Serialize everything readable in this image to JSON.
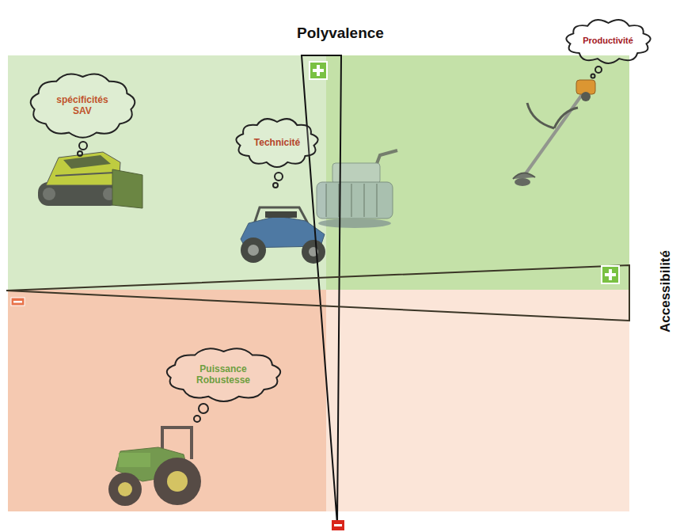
{
  "diagram": {
    "nodes": [
      {
        "text": [
          "spécificités SAV"
        ]
      },
      {
        "text": [
          "Technicité"
        ]
      },
      {
        "text": [
          "Productivité"
        ]
      },
      {
        "text": [
          "Puissance Robustesse"
        ]
      }
    ],
    "labels": [
      "Polyvalence",
      "Accessibilité"
    ]
  }
}
